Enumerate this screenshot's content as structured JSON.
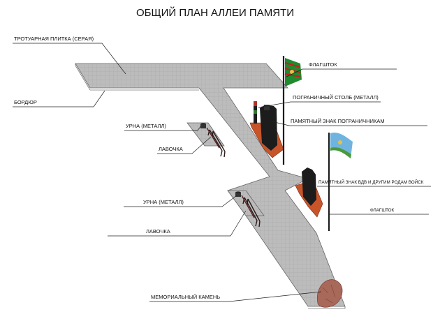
{
  "title": "ОБЩИЙ ПЛАН АЛЛЕИ ПАМЯТИ",
  "labels": {
    "paving": "ТРОТУАРНАЯ ПЛИТКА (СЕРАЯ)",
    "curb": "БОРДЮР",
    "flagpole_top": "ФЛАГШТОК",
    "border_post": "ПОГРАНИЧНЫЙ СТОЛБ (МЕТАЛЛ)",
    "urn_top": "УРНА (МЕТАЛЛ)",
    "border_sign": "ПАМЯТНЫЙ ЗНАК  ПОГРАНИЧНИКАМ",
    "bench_top": "ЛАВОЧКА",
    "vdv_sign": "ПАМЯТНЫЙ ЗНАК ВДВ И ДРУГИМ РОДАМ ВОЙСК",
    "urn_bottom": "УРНА (МЕТАЛЛ)",
    "flagpole_bottom": "ФЛАГШТОК",
    "bench_bottom": "ЛАВОЧКА",
    "memorial_stone": "МЕМОРИАЛЬНЫЙ КАМЕНЬ"
  },
  "colors": {
    "paving": "#b9b9b9",
    "paving_edge": "#6a6a6a",
    "pedestal": "#c8552a",
    "stele": "#1c1c1c",
    "border_flag_green": "#1f8a2e",
    "border_flag_red": "#c81e1e",
    "vdv_flag_blue": "#6fb4e0",
    "vdv_flag_green": "#4a9a3a",
    "stone": "#a8685a",
    "leader": "#222222"
  }
}
